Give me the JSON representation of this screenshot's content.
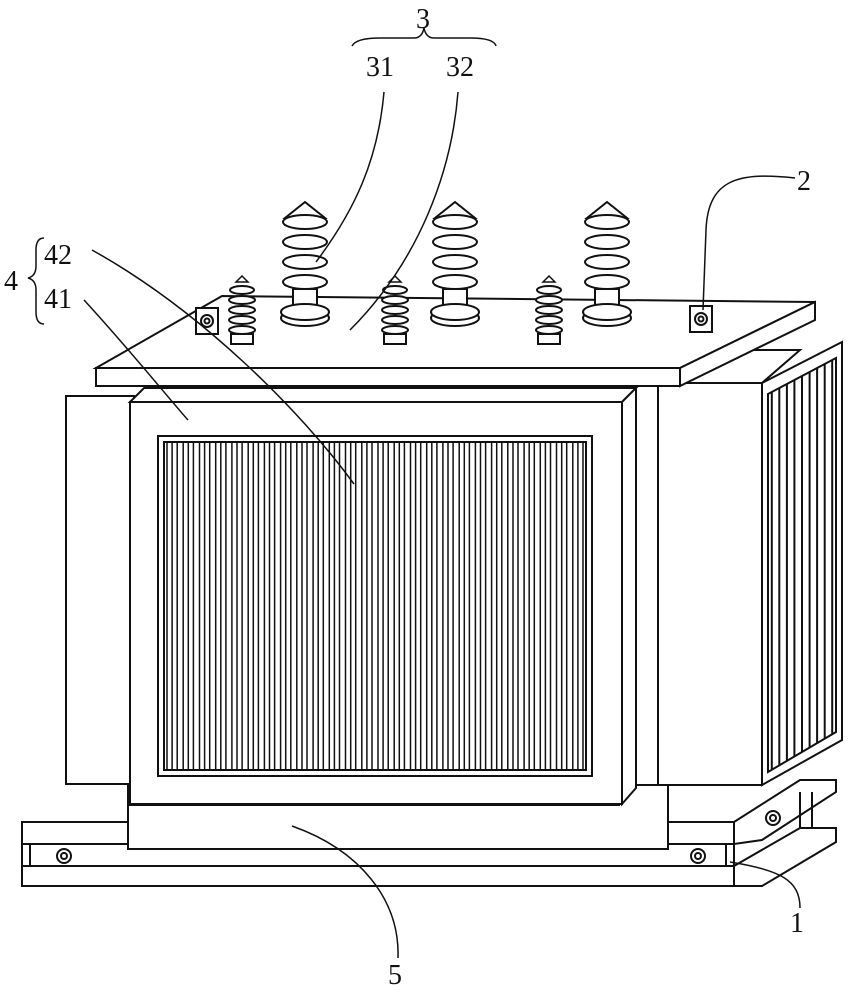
{
  "labels": {
    "l1": "1",
    "l2": "2",
    "l3": "3",
    "l31": "31",
    "l32": "32",
    "l4": "4",
    "l41": "41",
    "l42": "42",
    "l5": "5"
  }
}
